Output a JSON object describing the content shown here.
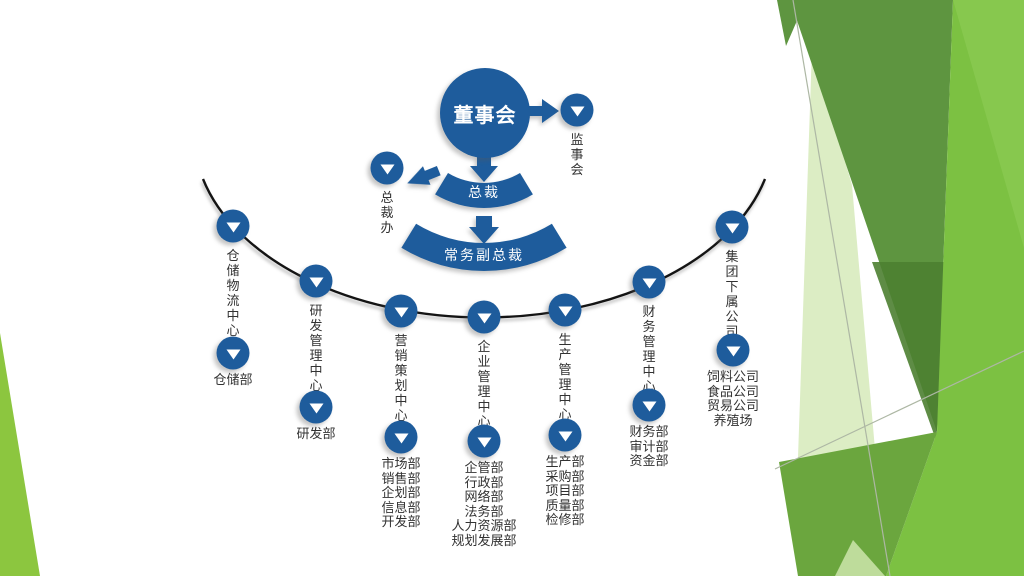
{
  "colors": {
    "accent_blue": "#1E5C9C",
    "text": "#323232",
    "curve_black": "#141414",
    "green_bright": "#7CC142",
    "green_bright_light": "#92CF5A",
    "green_medium": "#6BA63E",
    "green_dark": "#5E9540",
    "green_darker": "#4C7F31",
    "green_pale": "#DCEDC4",
    "green_pale_2": "#CDE5AC",
    "green_left_triangle": "#8CC63F",
    "line_gray": "#ADB7A4"
  },
  "icons": {
    "node_marker": "down-triangle"
  },
  "top": {
    "board": "董事会",
    "supervisory": "监事会",
    "president": "总裁",
    "president_office": "总裁办",
    "evp": "常务副总裁"
  },
  "branches": [
    {
      "center": "仓储物流中心",
      "departments": [
        "仓储部"
      ]
    },
    {
      "center": "研发管理中心",
      "departments": [
        "研发部"
      ]
    },
    {
      "center": "营销策划中心",
      "departments": [
        "市场部",
        "销售部",
        "企划部",
        "信息部",
        "开发部"
      ]
    },
    {
      "center": "企业管理中心",
      "departments": [
        "企管部",
        "行政部",
        "网络部",
        "法务部",
        "人力资源部",
        "规划发展部"
      ]
    },
    {
      "center": "生产管理中心",
      "departments": [
        "生产部",
        "采购部",
        "项目部",
        "质量部",
        "检修部"
      ]
    },
    {
      "center": "财务管理中心",
      "departments": [
        "财务部",
        "审计部",
        "资金部"
      ]
    },
    {
      "center": "集团下属公司",
      "departments": [
        "饲料公司",
        "食品公司",
        "贸易公司",
        "养殖场"
      ]
    }
  ]
}
